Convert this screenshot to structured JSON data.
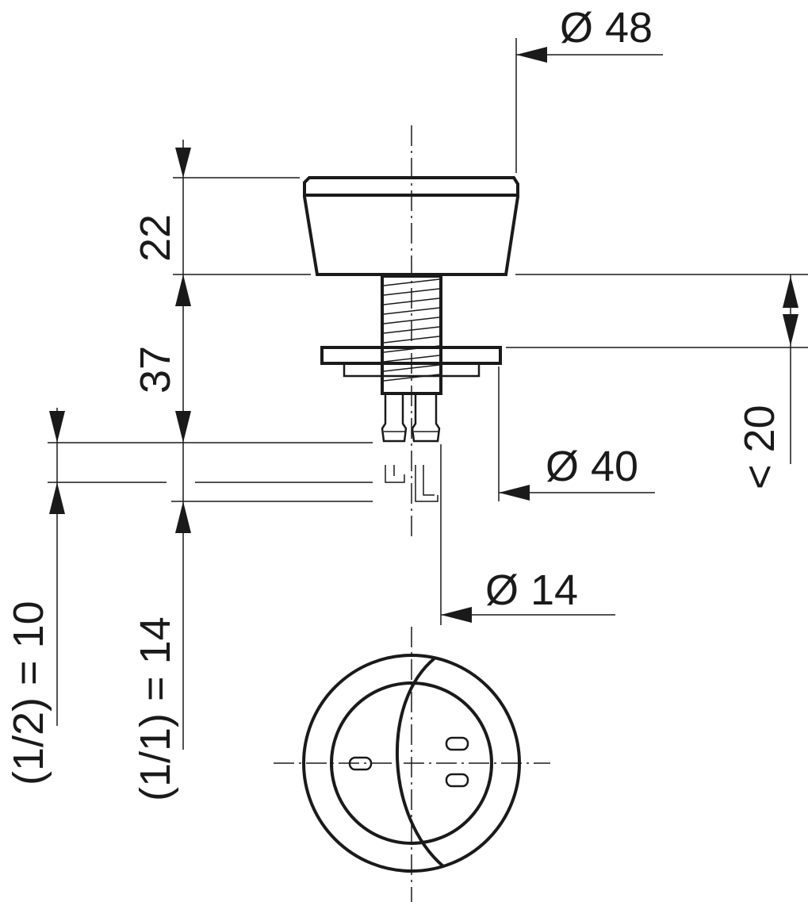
{
  "drawing": {
    "dimensions": {
      "head_diameter": "Ø 48",
      "head_height": "22",
      "stem_length": "37",
      "plate_diameter": "Ø 40",
      "panel_thickness": "< 20",
      "stem_diameter": "Ø 14",
      "half_flush_travel": "(1/2) = 10",
      "full_flush_travel": "(1/1) = 14"
    }
  }
}
